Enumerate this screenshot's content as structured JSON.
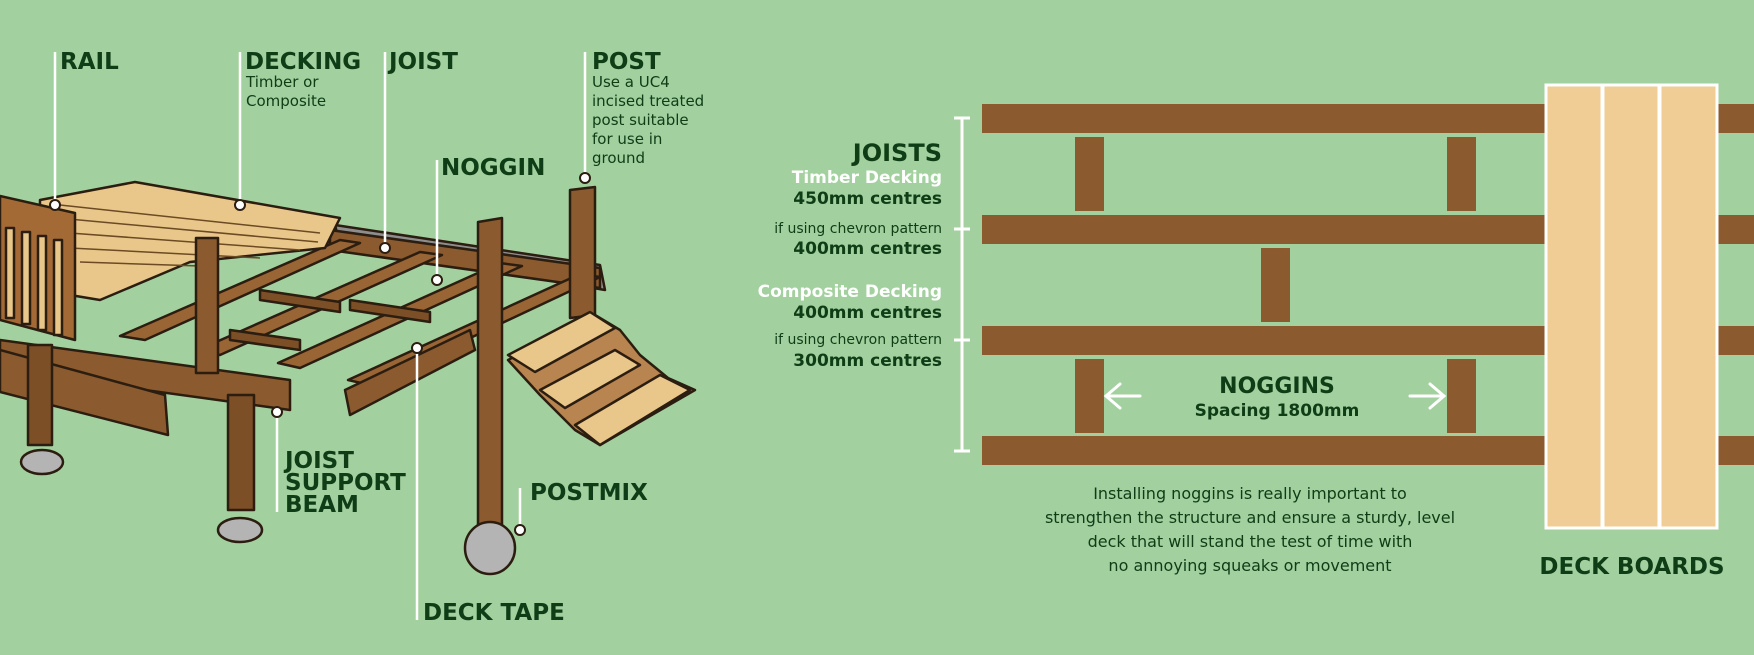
{
  "colors": {
    "background": "#a3d09f",
    "label": "#0e3d16",
    "timber": "#8b5a2e",
    "timber_light": "#e9c689",
    "deck_board": "#f1cd96",
    "concrete": "#b4b4b4"
  },
  "left_labels": {
    "rail": "RAIL",
    "decking": "DECKING",
    "decking_sub_1": "Timber or",
    "decking_sub_2": "Composite",
    "joist": "JOIST",
    "post": "POST",
    "post_sub_1": "Use a UC4",
    "post_sub_2": "incised treated",
    "post_sub_3": "post suitable",
    "post_sub_4": "for use in",
    "post_sub_5": "ground",
    "noggin": "NOGGIN",
    "joist_support_1": "JOIST",
    "joist_support_2": "SUPPORT",
    "joist_support_3": "BEAM",
    "postmix": "POSTMIX",
    "deck_tape": "DECK TAPE"
  },
  "right_labels": {
    "joists_title": "JOISTS",
    "timber_decking": "Timber Decking",
    "timber_centres": "450mm centres",
    "chevron_1": "if using chevron pattern",
    "chevron_1_centres": "400mm centres",
    "composite_decking": "Composite Decking",
    "composite_centres": "400mm centres",
    "chevron_2": "if using chevron pattern",
    "chevron_2_centres": "300mm centres",
    "noggins_title": "NOGGINS",
    "noggins_spacing": "Spacing 1800mm",
    "info_line_1": "Installing noggins is really important to",
    "info_line_2": "strengthen the structure and ensure a sturdy, level",
    "info_line_3": "deck that will stand the test of time with",
    "info_line_4": "no annoying squeaks or movement",
    "deck_boards": "DECK BOARDS"
  }
}
